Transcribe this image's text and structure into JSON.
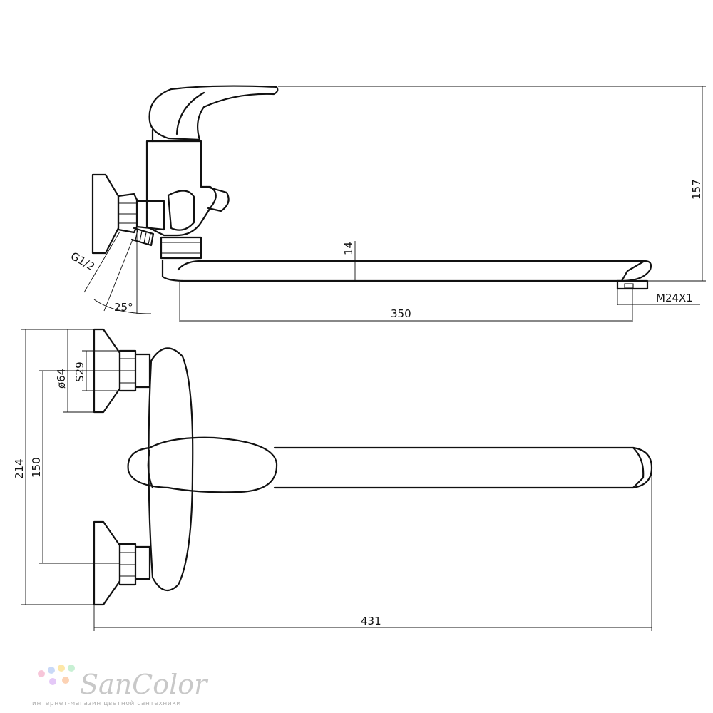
{
  "dimensions": {
    "height_157": "157",
    "spout_thickness_14": "14",
    "spout_length_350": "350",
    "aerator_thread": "M24X1",
    "inlet_thread": "G1/2",
    "angle": "25°",
    "flange_diameter": "ø64",
    "nut_size": "S29",
    "total_height_214": "214",
    "centers_150": "150",
    "total_length_431": "431"
  },
  "brand": {
    "name": "SanColor",
    "tagline": "интернет-магазин цветной сантехники",
    "dot_colors": [
      "#f7c6d9",
      "#c9d9f7",
      "#fde7a8",
      "#c8f0d4",
      "#e4c8f7",
      "#fcd2b4"
    ]
  }
}
